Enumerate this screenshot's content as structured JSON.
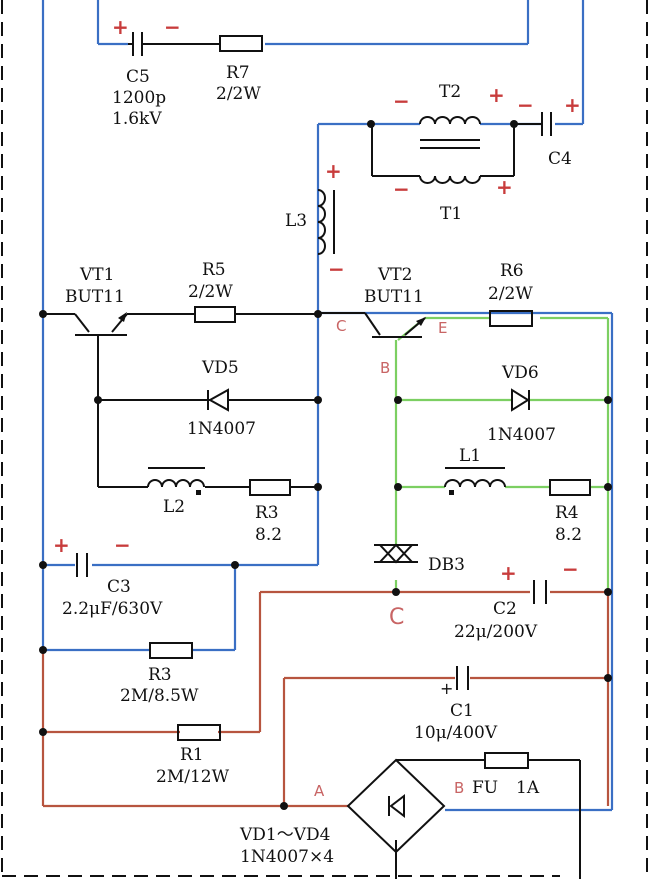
{
  "labels": {
    "c5_name": "C5",
    "c5_value": "1200p",
    "c5_voltage": "1.6kV",
    "r7_name": "R7",
    "r7_value": "2/2W",
    "t2_name": "T2",
    "t1_name": "T1",
    "c4_name": "C4",
    "l3_name": "L3",
    "vt1_name": "VT1",
    "vt1_model": "BUT11",
    "r5_name": "R5",
    "r5_value": "2/2W",
    "vt2_name": "VT2",
    "vt2_model": "BUT11",
    "r6_name": "R6",
    "r6_value": "2/2W",
    "vd5_name": "VD5",
    "vd5_model": "1N4007",
    "vd6_name": "VD6",
    "vd6_model": "1N4007",
    "l2_name": "L2",
    "r3a_name": "R3",
    "r3a_value": "8.2",
    "l1_name": "L1",
    "r4_name": "R4",
    "r4_value": "8.2",
    "db3_name": "DB3",
    "c3_name": "C3",
    "c3_value": "2.2μF/630V",
    "c2_name": "C2",
    "c2_value": "22μ/200V",
    "r3b_name": "R3",
    "r3b_value": "2M/8.5W",
    "c1_name": "C1",
    "c1_value": "10μ/400V",
    "r1_name": "R1",
    "r1_value": "2M/12W",
    "fu_name": "FU",
    "fu_value": "1A",
    "bridge_name": "VD1～VD4",
    "bridge_model": "1N4007×4"
  },
  "nodes": {
    "c": "C",
    "b": "B",
    "e": "E",
    "c_big": "C",
    "a": "A",
    "b2": "B"
  },
  "polarity": {
    "plus": "+",
    "minus": "−"
  },
  "colors": {
    "wire_default": "#111111",
    "wire_blue": "#3a6fc4",
    "wire_green": "#7ccf62",
    "wire_red": "#b7553f",
    "polarity": "#c83c3c",
    "node_label": "#c86464"
  }
}
